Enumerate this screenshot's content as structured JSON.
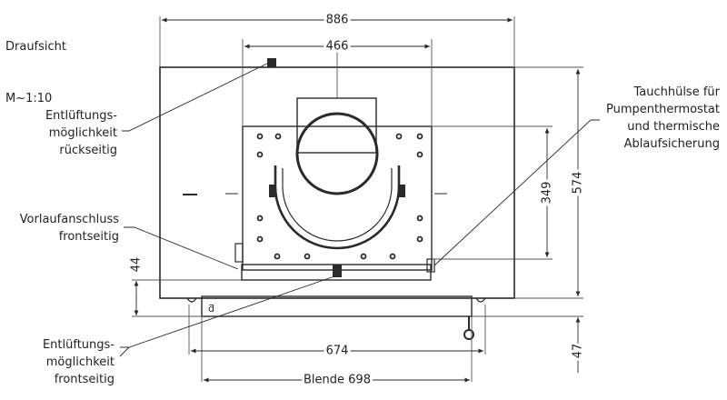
{
  "title": {
    "line1": "Draufsicht",
    "line2": "M~1:10"
  },
  "dimensions": {
    "overall_width": "886",
    "inner_width": "466",
    "blende_inner": "674",
    "blende": "Blende 698",
    "height_right": "574",
    "height_inner": "349",
    "bottom_left": "44",
    "bottom_right": "47"
  },
  "callouts": {
    "entl_rueck": "Entlüftungs-\nmöglichkeit\nrückseitig",
    "vorlauf": "Vorlaufanschluss\nfrontseitig",
    "entl_front": "Entlüftungs-\nmöglichkeit\nfrontseitig",
    "tauch": "Tauchhülse für\nPumpenthermostat\nund thermische\nAblaufsicherung"
  },
  "colors": {
    "line": "#2a2a2a",
    "thin": "#555555"
  }
}
